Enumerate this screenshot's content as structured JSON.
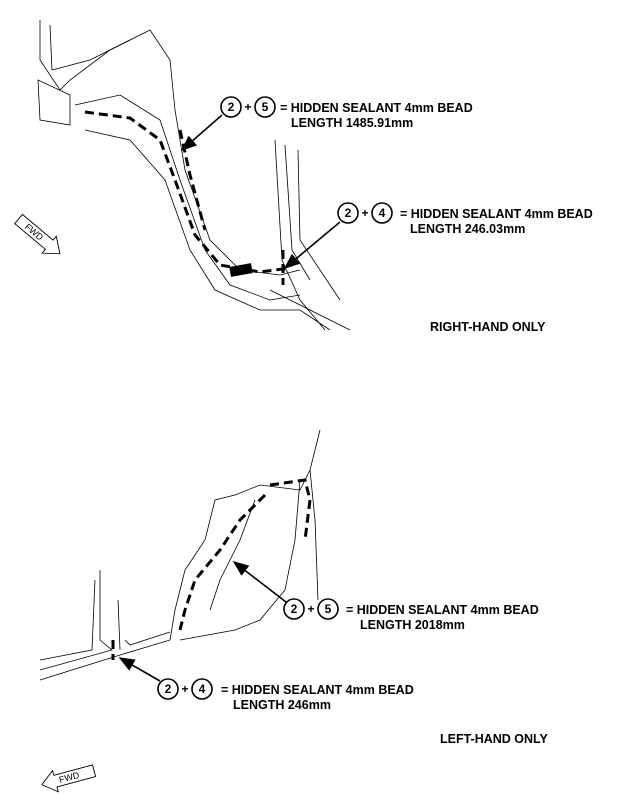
{
  "diagrams": [
    {
      "side_label": "RIGHT-HAND ONLY",
      "fwd_label": "FWD",
      "callouts": [
        {
          "parts": [
            "2",
            "5"
          ],
          "plus": "+",
          "line1": "= HIDDEN SEALANT 4mm BEAD",
          "line2": "LENGTH 1485.91mm"
        },
        {
          "parts": [
            "2",
            "4"
          ],
          "plus": "+",
          "line1": "= HIDDEN SEALANT 4mm BEAD",
          "line2": "LENGTH 246.03mm"
        }
      ]
    },
    {
      "side_label": "LEFT-HAND ONLY",
      "fwd_label": "FWD",
      "callouts": [
        {
          "parts": [
            "2",
            "5"
          ],
          "plus": "+",
          "line1": "= HIDDEN SEALANT 4mm BEAD",
          "line2": "LENGTH 2018mm"
        },
        {
          "parts": [
            "2",
            "4"
          ],
          "plus": "+",
          "line1": "= HIDDEN SEALANT 4mm BEAD",
          "line2": "LENGTH 246mm"
        }
      ]
    }
  ]
}
